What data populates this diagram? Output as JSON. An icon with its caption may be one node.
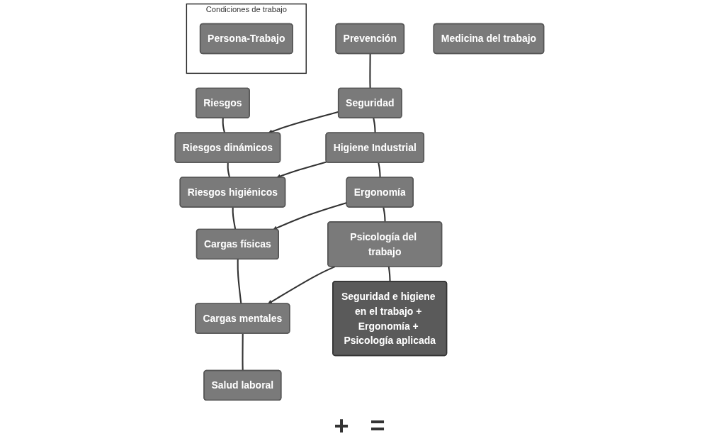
{
  "diagram": {
    "nodes": [
      {
        "text": [
          "Condiciones de trabajo"
        ]
      },
      {
        "text": [
          "Persona-Trabajo"
        ],
        "in": 0
      },
      {
        "text": [
          "Prevención"
        ]
      },
      {
        "text": [
          "Riesgos"
        ]
      },
      {
        "text": [
          "Seguridad"
        ]
      },
      {
        "text": [
          "Riesgos dinámicos"
        ]
      },
      {
        "text": [
          "Higiene Industrial"
        ]
      },
      {
        "text": [
          "Riesgos higiénicos"
        ]
      },
      {
        "text": [
          "Ergonomía"
        ]
      },
      {
        "text": [
          "Cargas físicas"
        ]
      },
      {
        "text": [
          "Psicología del trabajo"
        ]
      },
      {
        "text": [
          "Cargas mentales"
        ]
      },
      {
        "text": [
          "Seguridad e higiene en el trabajo + Ergonomía + Psicología aplicada"
        ]
      },
      {
        "text": [
          "Medicina del trabajo"
        ]
      },
      {
        "text": [
          "Salud laboral"
        ]
      }
    ],
    "edges": [
      {
        "from": 2,
        "to": 4,
        "arrow": "none"
      },
      {
        "from": 4,
        "to": 6,
        "arrow": "none"
      },
      {
        "from": 6,
        "to": 8,
        "arrow": "none"
      },
      {
        "from": 8,
        "to": 10,
        "arrow": "none"
      },
      {
        "from": 10,
        "to": 12,
        "arrow": "none"
      },
      {
        "from": 3,
        "to": 5,
        "arrow": "none"
      },
      {
        "from": 5,
        "to": 7,
        "arrow": "none"
      },
      {
        "from": 7,
        "to": 9,
        "arrow": "none"
      },
      {
        "from": 9,
        "to": 11,
        "arrow": "none"
      },
      {
        "from": 11,
        "to": 14,
        "arrow": "none"
      },
      {
        "from": 4,
        "to": 5,
        "arrow": "to"
      },
      {
        "from": 6,
        "to": 7,
        "arrow": "to"
      },
      {
        "from": 8,
        "to": 9,
        "arrow": "to"
      },
      {
        "from": 10,
        "to": 11,
        "arrow": "to"
      }
    ],
    "labels": [
      "+",
      "="
    ]
  }
}
